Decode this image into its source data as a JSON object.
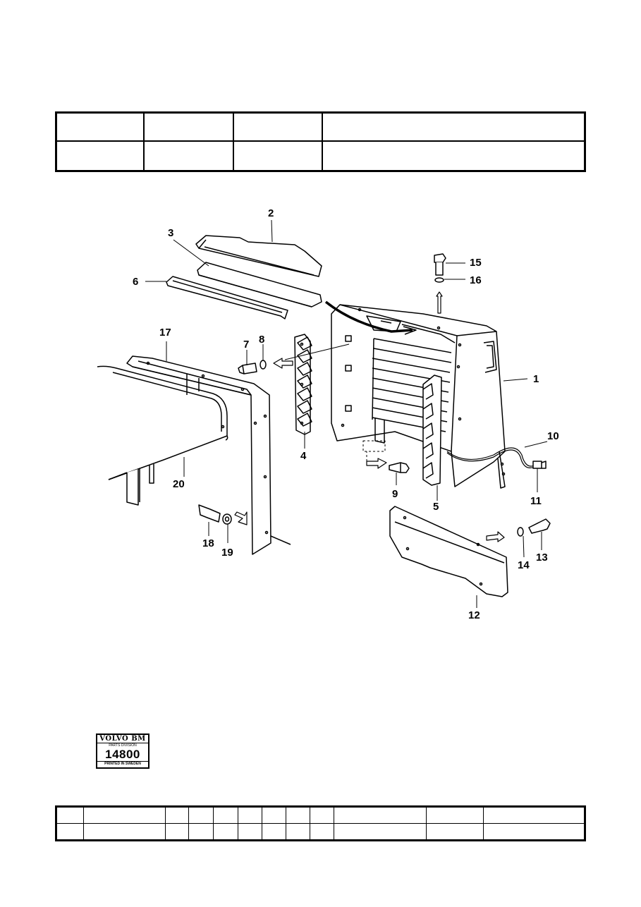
{
  "callouts": {
    "c1": "1",
    "c2": "2",
    "c3": "3",
    "c4": "4",
    "c5": "5",
    "c6": "6",
    "c7": "7",
    "c8": "8",
    "c9": "9",
    "c10": "10",
    "c11": "11",
    "c12": "12",
    "c13": "13",
    "c14": "14",
    "c15": "15",
    "c16": "16",
    "c17": "17",
    "c18": "18",
    "c19": "19",
    "c20": "20"
  },
  "stamp": {
    "brand": "VOLVO BM",
    "division": "PARTS DIVISION",
    "number": "14800",
    "printed": "PRINTED IN SWEDEN"
  }
}
